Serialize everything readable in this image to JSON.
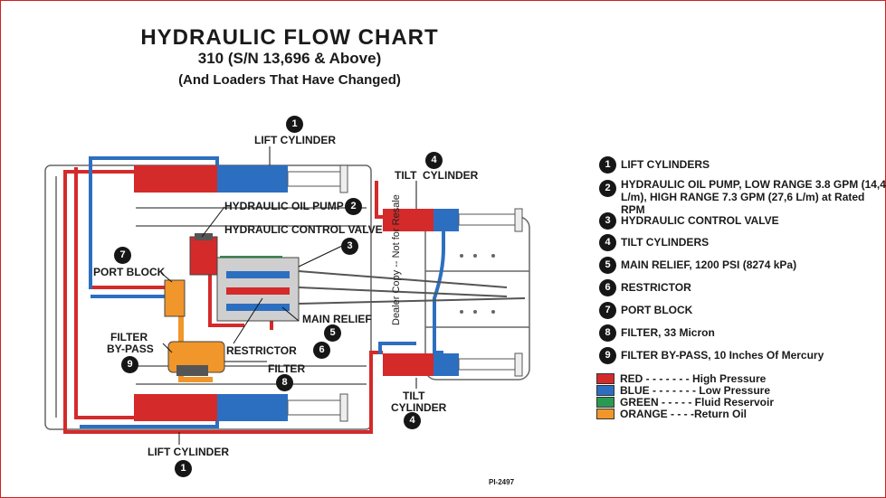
{
  "title": {
    "line1": "HYDRAULIC FLOW CHART",
    "line2": "310 (S/N 13,696 & Above)",
    "line3": "(And Loaders That Have Changed)"
  },
  "callouts": {
    "lift_top": {
      "num": "1",
      "label": "LIFT CYLINDER"
    },
    "tilt_top": {
      "num": "4",
      "label1": "TILT",
      "label2": "CYLINDER"
    },
    "pump": {
      "num": "2",
      "label": "HYDRAULIC OIL PUMP"
    },
    "valve": {
      "num": "3",
      "label": "HYDRAULIC CONTROL VALVE"
    },
    "port_block": {
      "num": "7",
      "label": "PORT BLOCK"
    },
    "main_relief": {
      "num": "5",
      "label": "MAIN RELIEF"
    },
    "restrictor": {
      "num": "6",
      "label": "RESTRICTOR"
    },
    "filter": {
      "num": "8",
      "label": "FILTER"
    },
    "filter_bypass": {
      "num": "9",
      "label1": "FILTER",
      "label2": "BY-PASS"
    },
    "tilt_bottom": {
      "num": "4",
      "label1": "TILT",
      "label2": "CYLINDER"
    },
    "lift_bottom": {
      "num": "1",
      "label": "LIFT CYLINDER"
    }
  },
  "legend": [
    {
      "num": "1",
      "text": "LIFT CYLINDERS"
    },
    {
      "num": "2",
      "text": "HYDRAULIC OIL PUMP, LOW RANGE 3.8 GPM (14,4 L/m), HIGH RANGE 7.3 GPM (27,6 L/m) at Rated RPM"
    },
    {
      "num": "3",
      "text": "HYDRAULIC CONTROL VALVE"
    },
    {
      "num": "4",
      "text": "TILT CYLINDERS"
    },
    {
      "num": "5",
      "text": "MAIN RELIEF, 1200 PSI (8274 kPa)"
    },
    {
      "num": "6",
      "text": "RESTRICTOR"
    },
    {
      "num": "7",
      "text": "PORT BLOCK"
    },
    {
      "num": "8",
      "text": "FILTER, 33 Micron"
    },
    {
      "num": "9",
      "text": "FILTER BY-PASS, 10 Inches Of Mercury"
    }
  ],
  "color_key": [
    {
      "text": "RED - - - - - - - High Pressure",
      "color": "#d42a2a"
    },
    {
      "text": "BLUE - - - - - - - Low Pressure",
      "color": "#2c6fc0"
    },
    {
      "text": "GREEN - - - - - Fluid Reservoir",
      "color": "#2a9a50"
    },
    {
      "text": "ORANGE - - - -Return Oil",
      "color": "#f0962a"
    }
  ],
  "watermark": "Dealer Copy -- Not for Resale",
  "ref_code": "PI-2497",
  "colors": {
    "red": "#d42a2a",
    "blue": "#2c6fc0",
    "green": "#2a9a50",
    "orange": "#f0962a",
    "steel": "#555555"
  }
}
